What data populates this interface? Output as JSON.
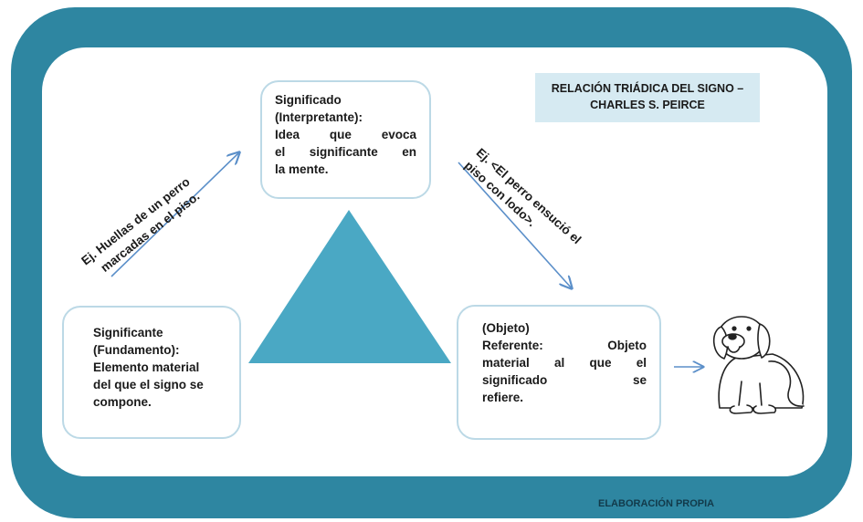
{
  "title": {
    "line1": "RELACIÓN TRIÁDICA DEL SIGNO –",
    "line2": "CHARLES S. PEIRCE"
  },
  "significado": {
    "line1": "Significado",
    "line2": "(Interpretante):",
    "line3": "Idea que evoca",
    "line4": "el significante en",
    "line5": "la mente."
  },
  "significante": {
    "line1": "Significante",
    "line2": "(Fundamento):",
    "line3": "Elemento material",
    "line4": "del que el signo se",
    "line5": "compone."
  },
  "objeto": {
    "line1": "(Objeto)",
    "line2": "Referente: Objeto",
    "line3": "material al que el",
    "line4": "significado se",
    "line5": "refiere."
  },
  "example_left": {
    "line1": "Ej. Huellas de un perro",
    "line2": "marcadas en el piso."
  },
  "example_right": {
    "line1": "Ej. <El perro ensució el",
    "line2": "piso con lodo>."
  },
  "credit": "ELABORACIÓN PROPIA",
  "colors": {
    "frame": "#2e86a1",
    "triangle": "#4aa8c4",
    "arrow": "#5b8fc9",
    "title_bg": "#d6eaf2",
    "box_border": "#bcd9e6"
  },
  "icons": {
    "dog": "dog-illustration"
  }
}
